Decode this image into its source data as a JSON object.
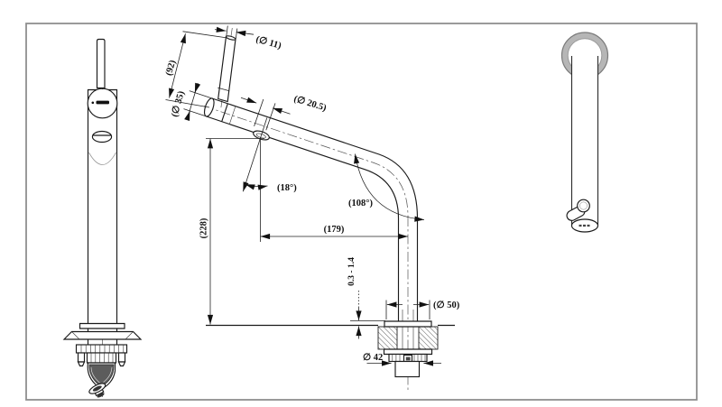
{
  "document": {
    "type": "faucet-technical-drawing",
    "views": 3
  },
  "labels": {
    "lever_diameter": "(∅ 11)",
    "lever_length": "(92)",
    "body_diameter": "(∅ 35)",
    "spout_diameter": "(∅ 20.5)",
    "outlet_angle": "(18°)",
    "bend_angle": "(108°)",
    "overall_height": "(228)",
    "spout_reach": "(179)",
    "deck_thickness_range": "0.3 - 1.4",
    "base_diameter": "(∅ 50)",
    "nut_diameter": "∅ 42"
  },
  "colors": {
    "line": "#1a1a1a",
    "dimension": "#222222",
    "frame": "#8f8f8f",
    "ring_fill": "#b6b6b6",
    "ring_edge": "#7a7a7a",
    "hatch": "#4a4a4a"
  }
}
